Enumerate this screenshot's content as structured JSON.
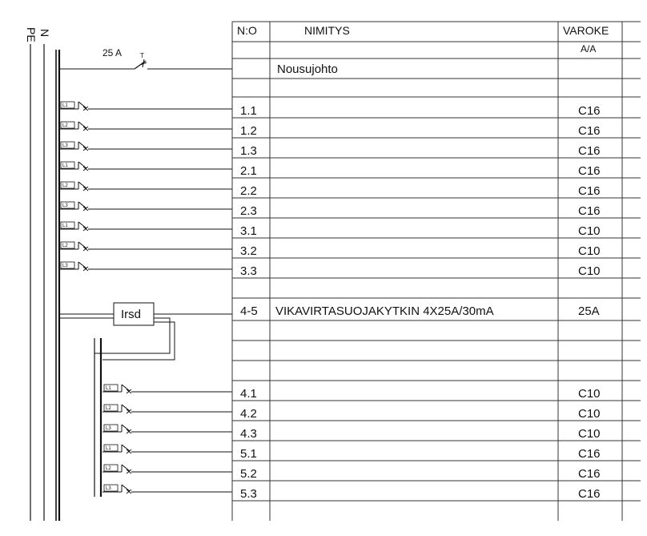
{
  "bus_labels": {
    "pe": "PE",
    "n": "N"
  },
  "main_breaker": {
    "rating": "25 A",
    "mark": "T"
  },
  "rcd_box": {
    "label": "Irsd"
  },
  "table": {
    "headers": {
      "no": "N:O",
      "name": "NIMITYS",
      "fuse": "VAROKE"
    },
    "subheader": {
      "fuse": "A/A"
    },
    "feeder_title": "Nousujohto",
    "rcd_row": {
      "no": "4-5",
      "name": "VIKAVIRTASUOJAKYTKIN 4X25A/30mA",
      "fuse": "25A"
    },
    "upper_rows": [
      {
        "no": "1.1",
        "fuse": "C16",
        "phase": "L1"
      },
      {
        "no": "1.2",
        "fuse": "C16",
        "phase": "L2"
      },
      {
        "no": "1.3",
        "fuse": "C16",
        "phase": "L3"
      },
      {
        "no": "2.1",
        "fuse": "C16",
        "phase": "L1"
      },
      {
        "no": "2.2",
        "fuse": "C16",
        "phase": "L2"
      },
      {
        "no": "2.3",
        "fuse": "C16",
        "phase": "L3"
      },
      {
        "no": "3.1",
        "fuse": "C10",
        "phase": "L1"
      },
      {
        "no": "3.2",
        "fuse": "C10",
        "phase": "L2"
      },
      {
        "no": "3.3",
        "fuse": "C10",
        "phase": "L3"
      }
    ],
    "lower_rows": [
      {
        "no": "4.1",
        "fuse": "C10",
        "phase": "L1"
      },
      {
        "no": "4.2",
        "fuse": "C10",
        "phase": "L2"
      },
      {
        "no": "4.3",
        "fuse": "C10",
        "phase": "L3"
      },
      {
        "no": "5.1",
        "fuse": "C16",
        "phase": "L1"
      },
      {
        "no": "5.2",
        "fuse": "C16",
        "phase": "L2"
      },
      {
        "no": "5.3",
        "fuse": "C16",
        "phase": "L3"
      }
    ]
  }
}
